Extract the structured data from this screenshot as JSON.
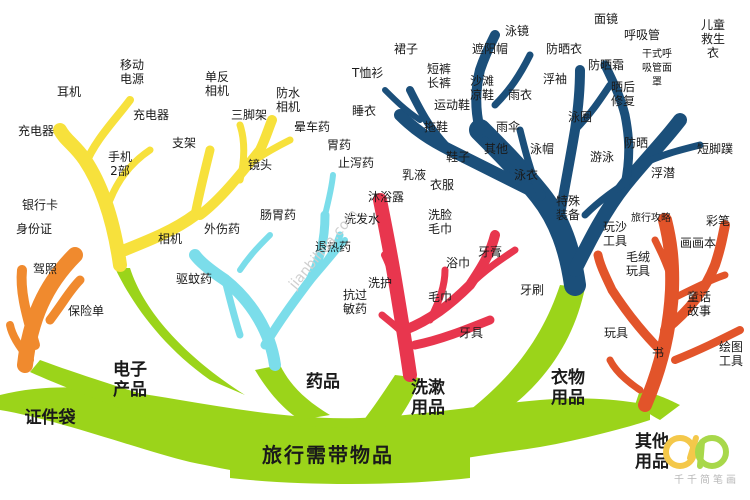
{
  "title": "旅行需带物品",
  "colors": {
    "trunk": "#9BD41A",
    "documents": "#F08A2E",
    "electronics": "#F7E13C",
    "medicine": "#7BDDEA",
    "toiletries": "#E8364E",
    "clothing": "#1B4F7A",
    "others": "#E2542A"
  },
  "categories": {
    "documents": {
      "name": "证件袋",
      "items": [
        "银行卡",
        "身份证",
        "驾照",
        "保险单"
      ]
    },
    "electronics": {
      "name": "电子产品",
      "items": [
        "耳机",
        "移动电源",
        "充电器",
        "充电器",
        "单反相机",
        "三脚架",
        "防水相机",
        "支架",
        "手机2部",
        "镜头",
        "相机"
      ]
    },
    "medicine": {
      "name": "药品",
      "items": [
        "晕车药",
        "胃药",
        "止泻药",
        "外伤药",
        "肠胃药",
        "驱蚊药",
        "退热药",
        "抗过敏药"
      ]
    },
    "toiletries": {
      "name": "洗漱用品",
      "items": [
        "乳液",
        "沐浴露",
        "洗发水",
        "洗脸毛巾",
        "牙膏",
        "浴巾",
        "洗护",
        "毛巾",
        "牙刷",
        "牙具"
      ]
    },
    "clothing": {
      "name": "衣物用品",
      "items": [
        "裙子",
        "短裤长裤",
        "遮阳帽",
        "泳镜",
        "防晒衣",
        "T恤衫",
        "沙滩凉鞋",
        "浮袖",
        "防晒霜",
        "睡衣",
        "运动鞋",
        "雨衣",
        "晒后修复",
        "拖鞋",
        "雨伞",
        "泳圈",
        "防晒",
        "其他",
        "鞋子",
        "泳帽",
        "游泳",
        "衣服",
        "泳衣",
        "浮潜",
        "短脚蹼",
        "特殊装备"
      ]
    },
    "others": {
      "name": "其他用品",
      "items": [
        "面镜",
        "呼吸管",
        "儿童救生衣",
        "干式呼吸管面罩",
        "玩沙工具",
        "旅行攻略",
        "彩笔",
        "画画本",
        "毛绒玩具",
        "童话故事",
        "玩具",
        "书",
        "绘图工具"
      ]
    }
  },
  "watermark": "jianbihua.com",
  "logo_text": "千千简笔画"
}
